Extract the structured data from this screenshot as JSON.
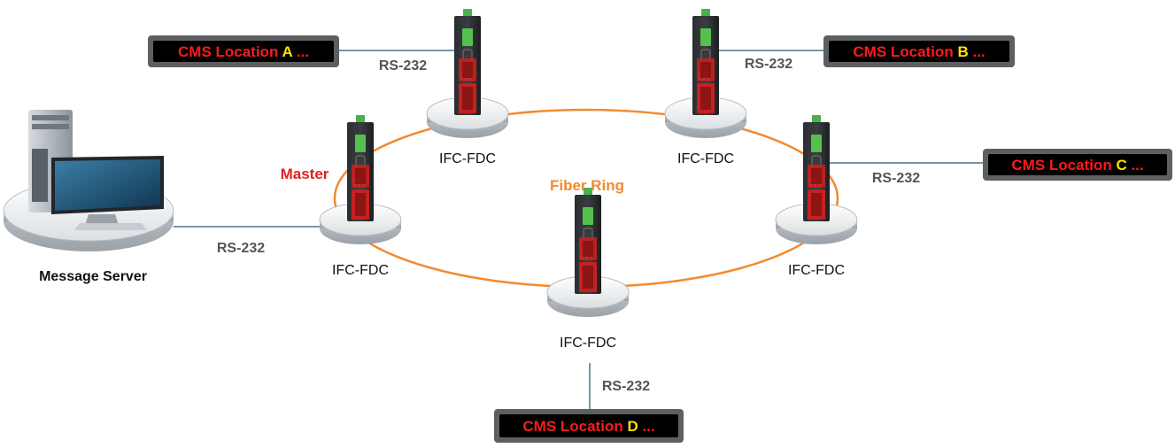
{
  "colors": {
    "ring": "#f28a2e",
    "link": "#7a96a3",
    "sign_red": "#ff1a1a",
    "sign_yellow": "#ffe100",
    "master": "#e02020",
    "fiber": "#f28a2e"
  },
  "title_labels": {
    "fiber_ring": "Fiber Ring",
    "master": "Master",
    "message_server": "Message Server"
  },
  "devices": [
    {
      "id": "dev-a",
      "label": "IFC-FDC"
    },
    {
      "id": "dev-b",
      "label": "IFC-FDC"
    },
    {
      "id": "dev-master",
      "label": "IFC-FDC"
    },
    {
      "id": "dev-c",
      "label": "IFC-FDC"
    },
    {
      "id": "dev-d",
      "label": "IFC-FDC"
    }
  ],
  "links": {
    "a": "RS-232",
    "b": "RS-232",
    "c": "RS-232",
    "server": "RS-232",
    "d": "RS-232"
  },
  "signs": {
    "a": {
      "prefix": "CMS Location ",
      "letter": "A",
      "suffix": " ..."
    },
    "b": {
      "prefix": "CMS Location ",
      "letter": "B",
      "suffix": " ..."
    },
    "c": {
      "prefix": "CMS Location ",
      "letter": "C",
      "suffix": " ..."
    },
    "d": {
      "prefix": "CMS Location ",
      "letter": "D",
      "suffix": " ..."
    }
  },
  "icons": {
    "server": "computer-workstation-icon",
    "device": "din-rail-converter-icon",
    "sign": "led-message-sign-icon"
  }
}
